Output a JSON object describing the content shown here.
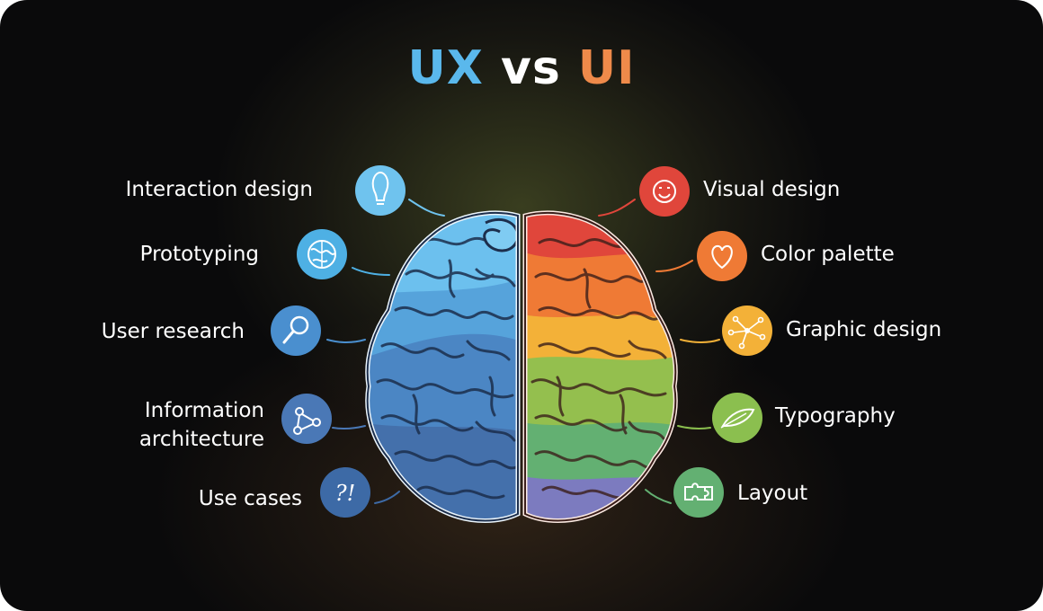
{
  "title": {
    "ux": "UX",
    "vs": "vs",
    "ui": "UI"
  },
  "ux_topics": [
    {
      "label": "Interaction design",
      "icon": "lightbulb-icon",
      "color": "#6fc3ee"
    },
    {
      "label": "Prototyping",
      "icon": "brain-sketch-icon",
      "color": "#4eb0e4"
    },
    {
      "label": "User research",
      "icon": "magnifier-icon",
      "color": "#4a8fcf"
    },
    {
      "label": "Information architecture",
      "icon": "nodes-icon",
      "color": "#4a78b6"
    },
    {
      "label": "Use cases",
      "icon": "question-exclamation-icon",
      "color": "#3d6aa6"
    }
  ],
  "ui_topics": [
    {
      "label": "Visual design",
      "icon": "smiley-icon",
      "color": "#e0463b"
    },
    {
      "label": "Color palette",
      "icon": "heart-icon",
      "color": "#ef7a35"
    },
    {
      "label": "Graphic design",
      "icon": "network-icon",
      "color": "#f3b138"
    },
    {
      "label": "Typography",
      "icon": "feather-icon",
      "color": "#8bbf4f"
    },
    {
      "label": "Layout",
      "icon": "puzzle-icon",
      "color": "#63b072"
    }
  ]
}
